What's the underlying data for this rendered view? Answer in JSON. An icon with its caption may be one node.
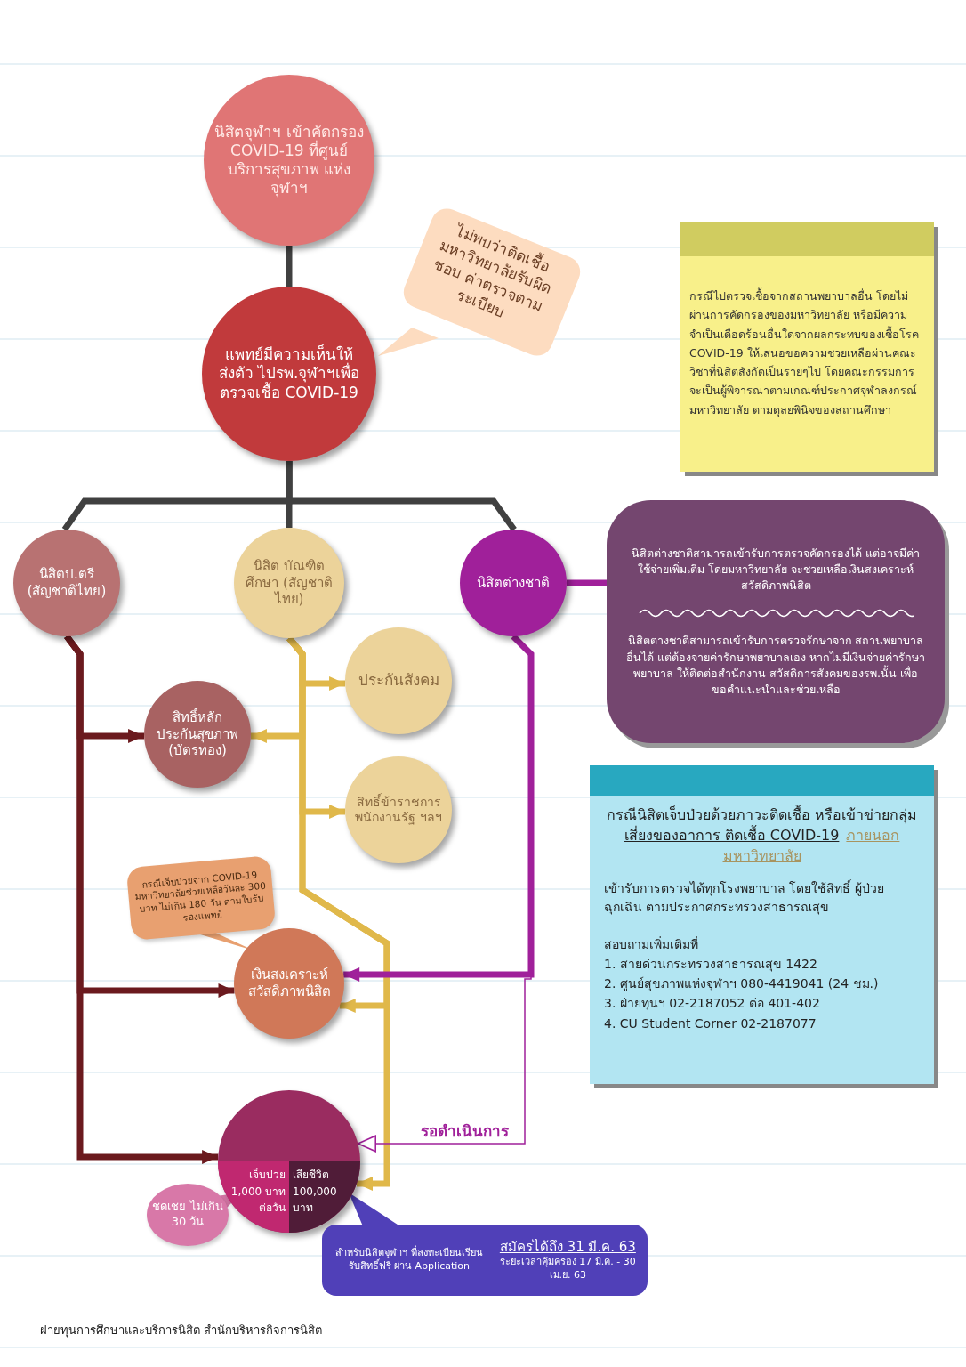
{
  "diagram": {
    "nodes": [
      {
        "text": [
          "นิสิตจุฬาฯ เข้าคัดกรอง COVID-19 ที่ศูนย์บริการสุขภาพ แห่งจุฬาฯ"
        ]
      },
      {
        "text": [
          "ไม่พบว่าติดเชื้อ มหาวิทยาลัยรับผิดชอบ ค่าตรวจตามระเบียบ"
        ]
      },
      {
        "text": [
          "แพทย์มีความเห็นให้ส่งตัว ไปรพ.จุฬาฯเพื่อตรวจเชื้อ COVID-19"
        ]
      },
      {
        "text": [
          "กรณีไปตรวจเชื้อจากสถานพยาบาลอื่น โดยไม่ผ่านการคัดกรองของมหาวิทยาลัย หรือมีความจำเป็นเดือดร้อนอื่นใดจากผลกระทบของเชื้อโรค COVID-19 ให้เสนอขอความช่วยเหลือผ่านคณะวิชาที่นิสิตสังกัดเป็นรายๆไป โดยคณะกรรมการจะเป็นผู้พิจารณาตามเกณฑ์ประกาศจุฬาลงกรณ์มหาวิทยาลัย ตามดุลยพินิจของสถานศึกษา"
        ]
      },
      {
        "text": [
          "นิสิตป.ตรี (สัญชาติไทย)"
        ]
      },
      {
        "text": [
          "นิสิต บัณฑิตศึกษา (สัญชาติไทย)"
        ]
      },
      {
        "text": [
          "นิสิตต่างชาติ"
        ]
      },
      {
        "text": [
          "นิสิตต่างชาติสามารถเข้ารับการตรวจคัดกรองได้ แต่อาจมีค่าใช้จ่ายเพิ่มเติม โดยมหาวิทยาลัย จะช่วยเหลือเงินสงเคราะห์ สวัสดิภาพนิสิต",
          "นิสิตต่างชาติสามารถเข้ารับการตรวจรักษาจาก สถานพยาบาลอื่นได้ แต่ต้องจ่ายค่ารักษาพยาบาลเอง หากไม่มีเงินจ่ายค่ารักษาพยาบาล ให้ติดต่อสำนักงาน สวัสดิการสังคมของรพ.นั้น เพื่อขอคำแนะนำและช่วยเหลือ"
        ]
      },
      {
        "text": [
          "ประกันสังคม"
        ]
      },
      {
        "text": [
          "สิทธิ์หลัก ประกันสุขภาพ (บัตรทอง)"
        ]
      },
      {
        "text": [
          "สิทธิ์ข้าราชการ พนักงานรัฐ ฯลฯ"
        ]
      },
      {
        "text": [
          "กรณีเจ็บป่วยจาก COVID-19 มหาวิทยาลัยช่วยเหลือวันละ 300 บาท ไม่เกิน 180 วัน ตามใบรับรองแพทย์"
        ]
      },
      {
        "text": [
          "เงินสงเคราะห์ สวัสดิภาพนิสิต"
        ]
      },
      {
        "text": [
          "กรณีนิสิตเจ็บป่วยด้วยภาวะติดเชื้อ หรือเข้าข่ายกลุ่มเสี่ยงของอาการ ติดเชื้อ COVID-19",
          "ภายนอกมหาวิทยาลัย",
          "เข้ารับการตรวจได้ทุกโรงพยาบาล โดยใช้สิทธิ์ ผู้ป่วยฉุกเฉิน ตามประกาศกระทรวงสาธารณสุข",
          "สอบถามเพิ่มเติมที่",
          "1. สายด่วนกระทรวงสาธารณสุข 1422",
          "2. ศูนย์สุขภาพแห่งจุฬาฯ 080-4419041 (24 ชม.)",
          "3. ฝ่ายทุนฯ 02-2187052 ต่อ 401-402",
          "4. CU Student Corner 02-2187077"
        ]
      },
      {
        "text": [
          "เจ็บป่วย 1,000 บาท ต่อวัน",
          "เสียชีวิต 100,000 บาท"
        ]
      },
      {
        "text": [
          "ชดเชย ไม่เกิน 30 วัน"
        ]
      },
      {
        "text": [
          "สำหรับนิสิตจุฬาฯ ที่ลงทะเบียนเรียน รับสิทธิ์ฟรี ผ่าน Application",
          "สมัครได้ถึง 31 มี.ค. 63",
          "ระยะเวลาคุ้มครอง 17 มี.ค. - 30 เม.ย. 63"
        ]
      }
    ],
    "edges": [
      {
        "from": 0,
        "to": 2,
        "arrow": "none",
        "color": "#404040"
      },
      {
        "from": 2,
        "to": 4,
        "arrow": "none",
        "color": "#404040"
      },
      {
        "from": 2,
        "to": 5,
        "arrow": "none",
        "color": "#404040"
      },
      {
        "from": 2,
        "to": 6,
        "arrow": "none",
        "color": "#404040"
      },
      {
        "from": 6,
        "to": 7,
        "arrow": "none",
        "color": "#a0209a"
      },
      {
        "from": 4,
        "to": 9,
        "arrow": "to",
        "color": "#6b1a1e"
      },
      {
        "from": 4,
        "to": 12,
        "arrow": "to",
        "color": "#6b1a1e"
      },
      {
        "from": 4,
        "to": 14,
        "arrow": "to",
        "color": "#6b1a1e"
      },
      {
        "from": 5,
        "to": 8,
        "arrow": "to",
        "color": "#e0b84a"
      },
      {
        "from": 5,
        "to": 9,
        "arrow": "to",
        "color": "#e0b84a"
      },
      {
        "from": 5,
        "to": 10,
        "arrow": "to",
        "color": "#e0b84a"
      },
      {
        "from": 5,
        "to": 12,
        "arrow": "to",
        "color": "#e0b84a"
      },
      {
        "from": 5,
        "to": 14,
        "arrow": "to",
        "color": "#e0b84a"
      },
      {
        "from": 6,
        "to": 12,
        "arrow": "to",
        "color": "#a0209a"
      },
      {
        "from": 6,
        "to": 14,
        "arrow": "to",
        "label": "รอดำเนินการ",
        "color": "#a0209a"
      }
    ],
    "labels": [
      "ฝ่ายทุนการศึกษาและบริการนิสิต สำนักบริหารกิจการนิสิต"
    ]
  }
}
